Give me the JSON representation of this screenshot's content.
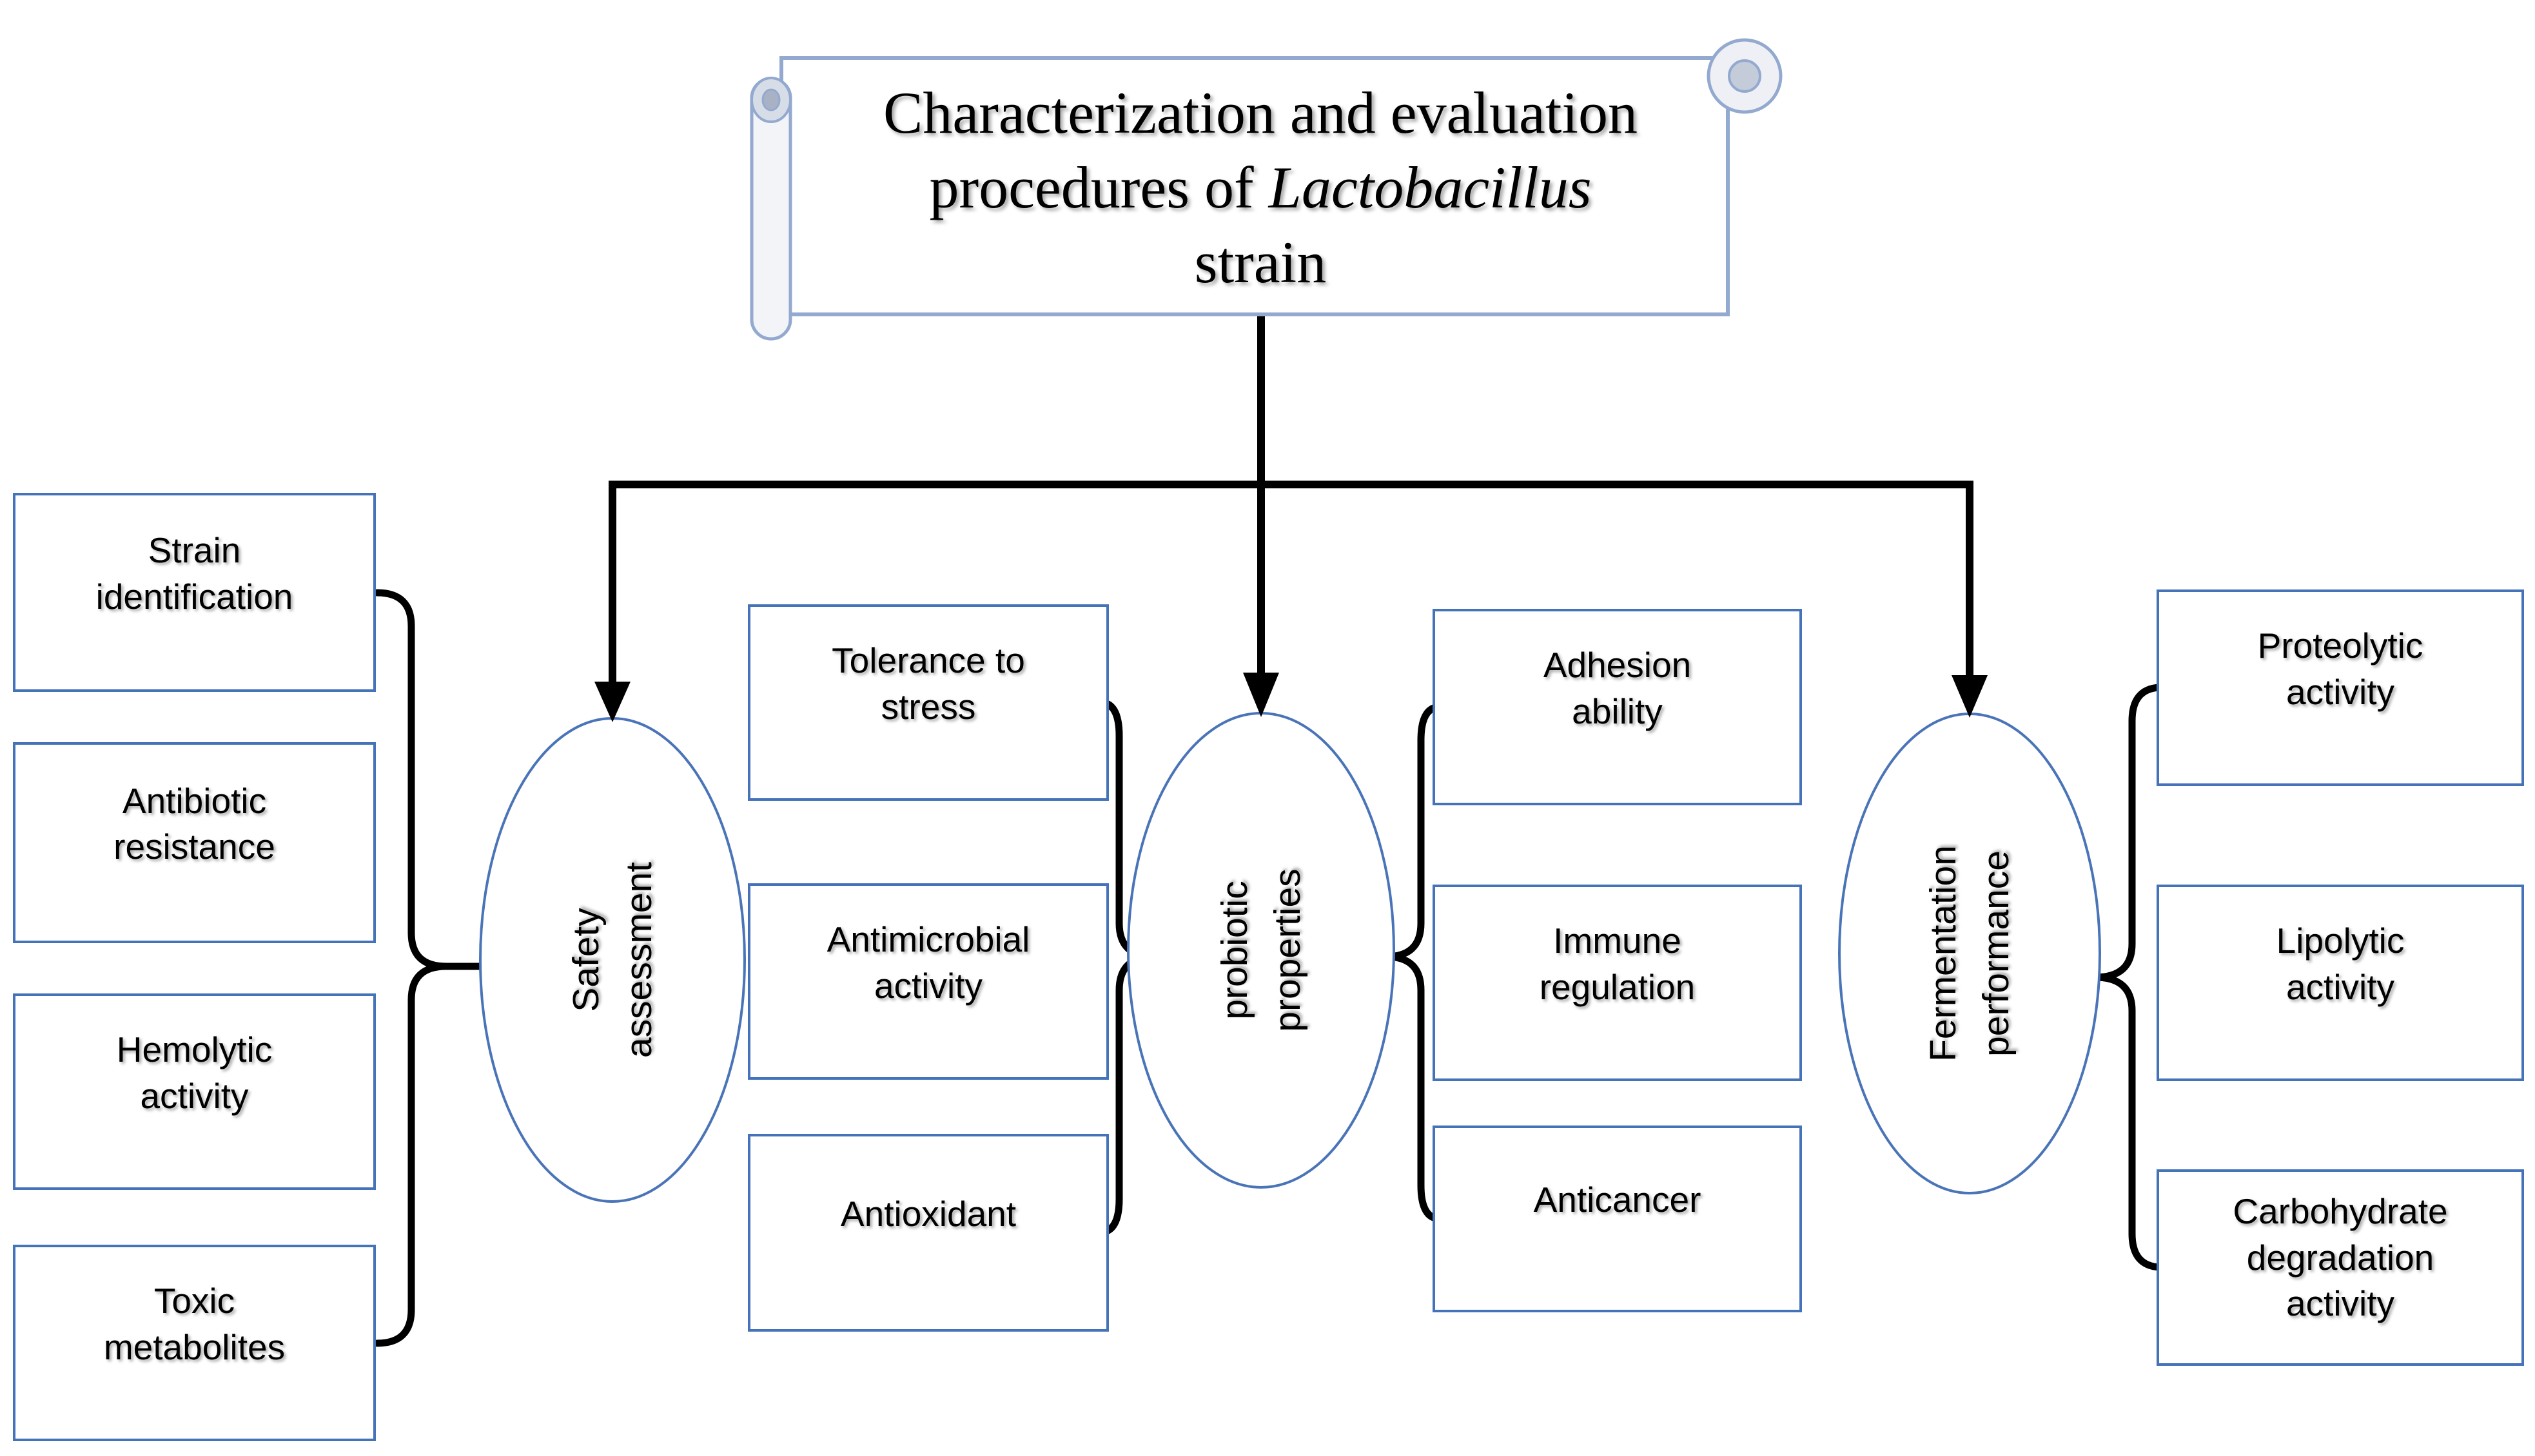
{
  "diagram": {
    "title": {
      "line1": "Characterization and evaluation",
      "line2_prefix": "procedures of ",
      "line2_italic": "Lactobacillus",
      "line3": "strain"
    },
    "ellipses": {
      "safety": {
        "label": "Safety\nassessment"
      },
      "probiotic": {
        "label": "probiotic\nproperties"
      },
      "fermentation": {
        "label": "Fermentation\nperformance"
      }
    },
    "groups": {
      "safety_inputs": {
        "boxes": [
          {
            "label": "Strain\nidentification"
          },
          {
            "label": "Antibiotic\nresistance"
          },
          {
            "label": "Hemolytic\nactivity"
          },
          {
            "label": "Toxic\nmetabolites"
          }
        ]
      },
      "probiotic_inputs_left": {
        "boxes": [
          {
            "label": "Tolerance to\nstress"
          },
          {
            "label": "Antimicrobial\nactivity"
          },
          {
            "label": "Antioxidant"
          }
        ]
      },
      "probiotic_inputs_right": {
        "boxes": [
          {
            "label": "Adhesion\nability"
          },
          {
            "label": "Immune\nregulation"
          },
          {
            "label": "Anticancer"
          }
        ]
      },
      "fermentation_inputs": {
        "boxes": [
          {
            "label": "Proteolytic\nactivity"
          },
          {
            "label": "Lipolytic\nactivity"
          },
          {
            "label": "Carbohydrate\ndegradation\nactivity"
          }
        ]
      }
    },
    "colors": {
      "box_border": "#4573b9",
      "ellipse_border": "#4a74b8",
      "scroll_border": "#93a9cf",
      "scroll_roll_shade": "#c9d0dc",
      "connector": "#000000",
      "text": "#000000"
    }
  }
}
